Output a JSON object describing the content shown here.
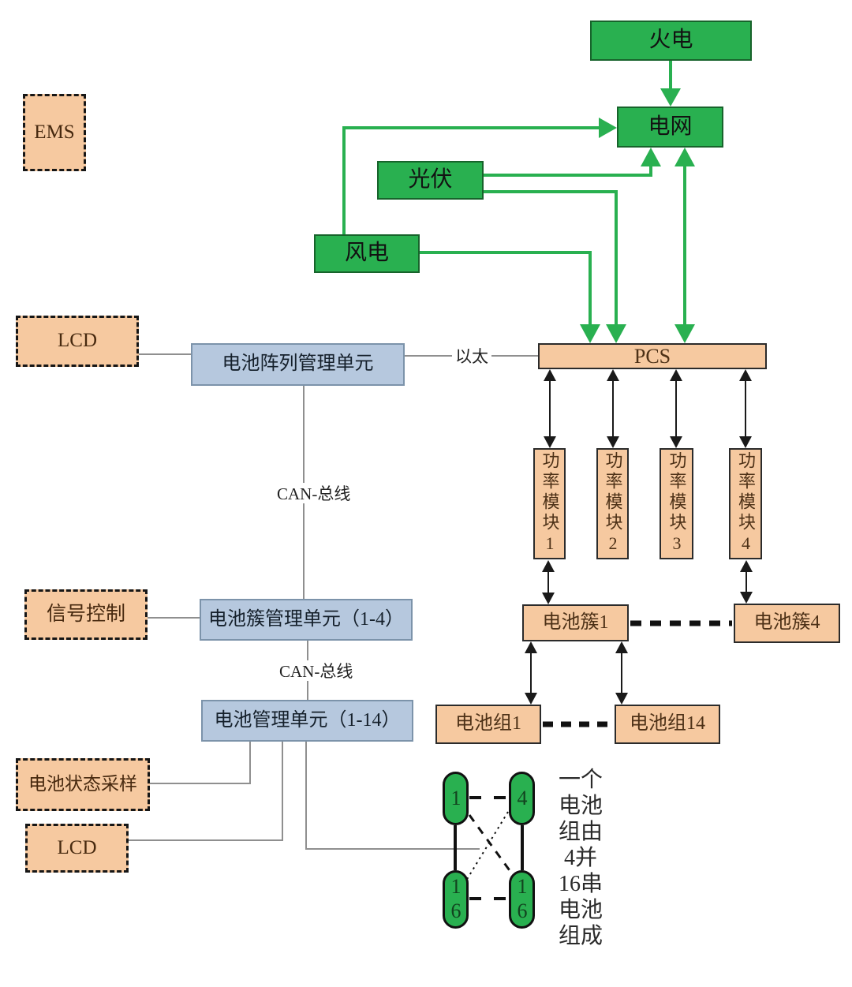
{
  "diagram": {
    "sources": {
      "thermal": "火电",
      "grid": "电网",
      "pv": "光伏",
      "wind": "风电"
    },
    "pcs": "PCS",
    "power_modules": {
      "m1": "功率模块1",
      "m2": "功率模块2",
      "m3": "功率模块3",
      "m4": "功率模块4"
    },
    "clusters": {
      "c1": "电池簇1",
      "c4": "电池簇4"
    },
    "groups": {
      "g1": "电池组1",
      "g14": "电池组14"
    },
    "management": {
      "array_unit": "电池阵列管理单元",
      "cluster_unit": "电池簇管理单元（1-4）",
      "battery_unit": "电池管理单元（1-14）"
    },
    "peripherals": {
      "ems": "EMS",
      "lcd_top": "LCD",
      "signal_control": "信号控制",
      "battery_sampling": "电池状态采样",
      "lcd_bottom": "LCD"
    },
    "bus_labels": {
      "ethernet": "以太",
      "can_upper": "CAN-总线",
      "can_lower": "CAN-总线"
    },
    "cells": {
      "c1": "1",
      "c2": "4",
      "c3": "16",
      "c4": "16"
    },
    "note": "一个\n电池\n组由\n4并\n16串\n电池\n组成",
    "colors": {
      "green": "#29b050",
      "orange": "#f6c9a0",
      "blue": "#b6c8de",
      "line_gray": "#8f8f8f",
      "line_black": "#1a1a1a"
    }
  }
}
